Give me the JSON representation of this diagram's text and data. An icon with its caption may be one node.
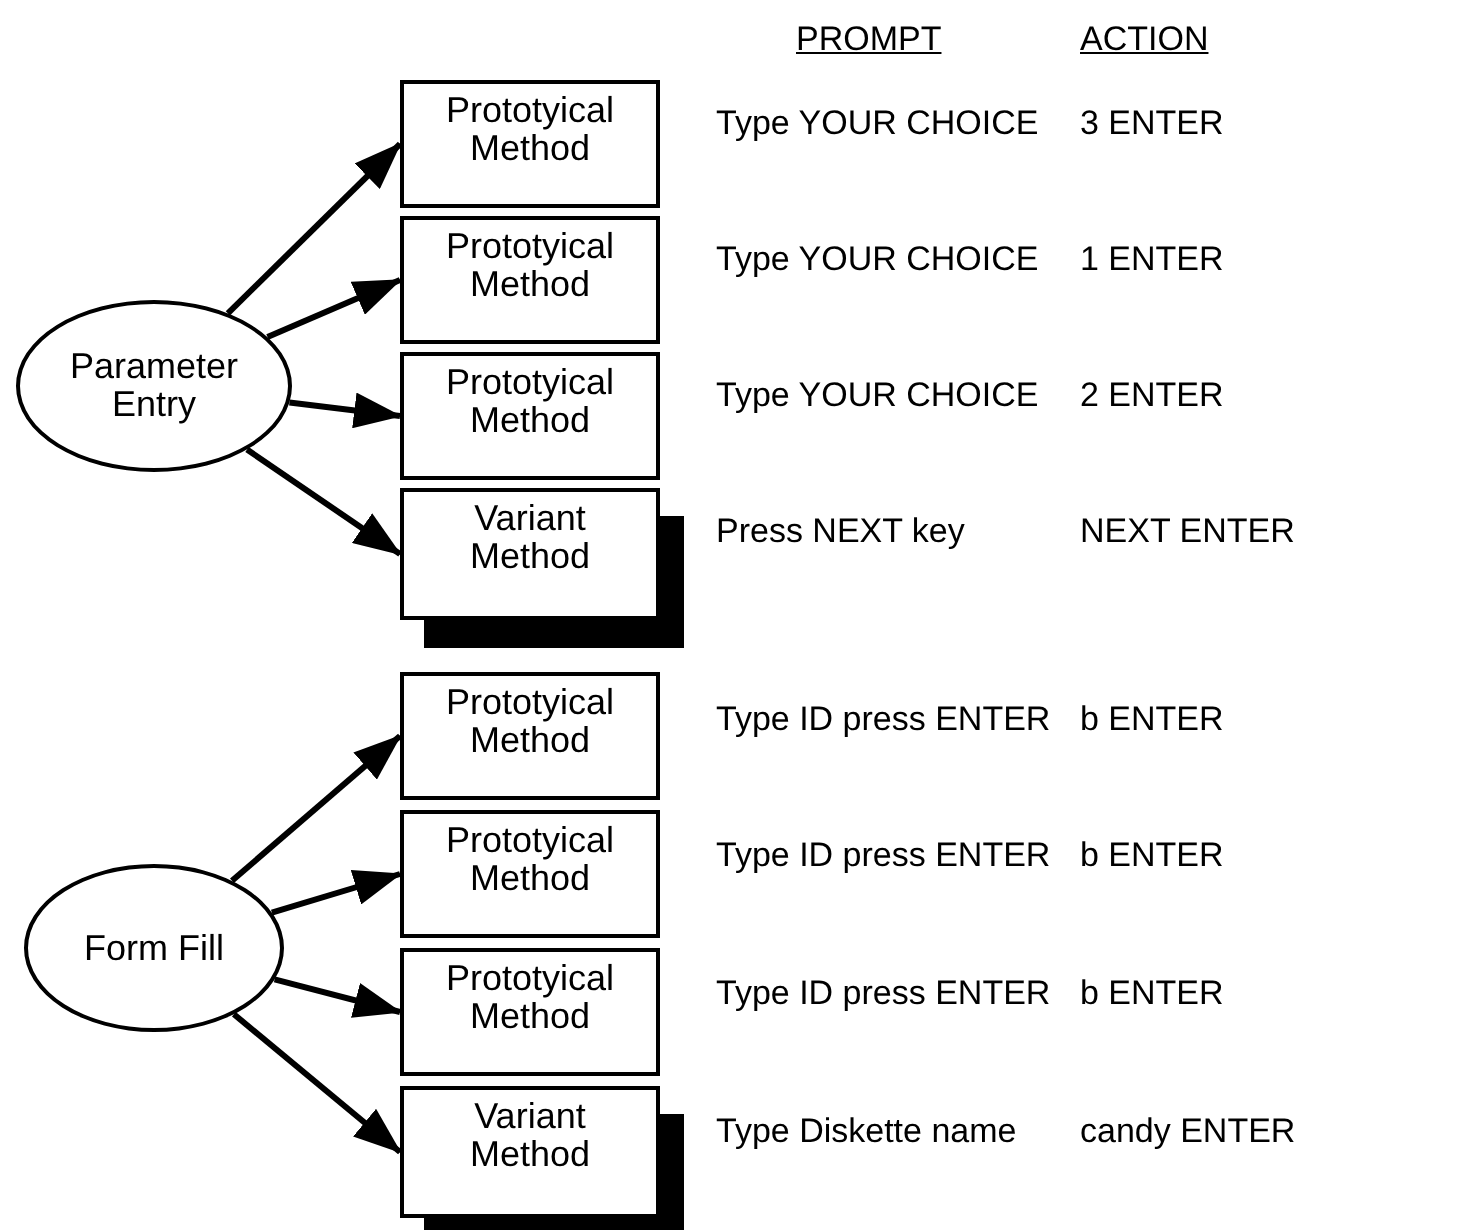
{
  "diagram": {
    "nodes": [
      {
        "text": [
          "Parameter Entry"
        ]
      },
      {
        "text": [
          "Prototyical Method"
        ]
      },
      {
        "text": [
          "Prototyical Method"
        ]
      },
      {
        "text": [
          "Prototyical Method"
        ]
      },
      {
        "text": [
          "Variant Method"
        ]
      },
      {
        "text": [
          "Form Fill"
        ]
      },
      {
        "text": [
          "Prototyical Method"
        ]
      },
      {
        "text": [
          "Prototyical Method"
        ]
      },
      {
        "text": [
          "Prototyical Method"
        ]
      },
      {
        "text": [
          "Variant Method"
        ]
      }
    ],
    "edges": [
      {
        "from": 0,
        "to": 1,
        "arrow": "to"
      },
      {
        "from": 0,
        "to": 2,
        "arrow": "to"
      },
      {
        "from": 0,
        "to": 3,
        "arrow": "to"
      },
      {
        "from": 0,
        "to": 4,
        "arrow": "to"
      },
      {
        "from": 5,
        "to": 6,
        "arrow": "to"
      },
      {
        "from": 5,
        "to": 7,
        "arrow": "to"
      },
      {
        "from": 5,
        "to": 8,
        "arrow": "to"
      },
      {
        "from": 5,
        "to": 9,
        "arrow": "to"
      }
    ],
    "labels": [
      "PROMPT",
      "ACTION",
      "Type YOUR CHOICE",
      "3 ENTER",
      "Type YOUR CHOICE",
      "1 ENTER",
      "Type YOUR CHOICE",
      "2 ENTER",
      "Press NEXT key",
      "NEXT ENTER",
      "Type ID press ENTER",
      "b ENTER",
      "Type ID press ENTER",
      "b ENTER",
      "Type ID press ENTER",
      "b ENTER",
      "Type Diskette name",
      "candy ENTER"
    ]
  }
}
